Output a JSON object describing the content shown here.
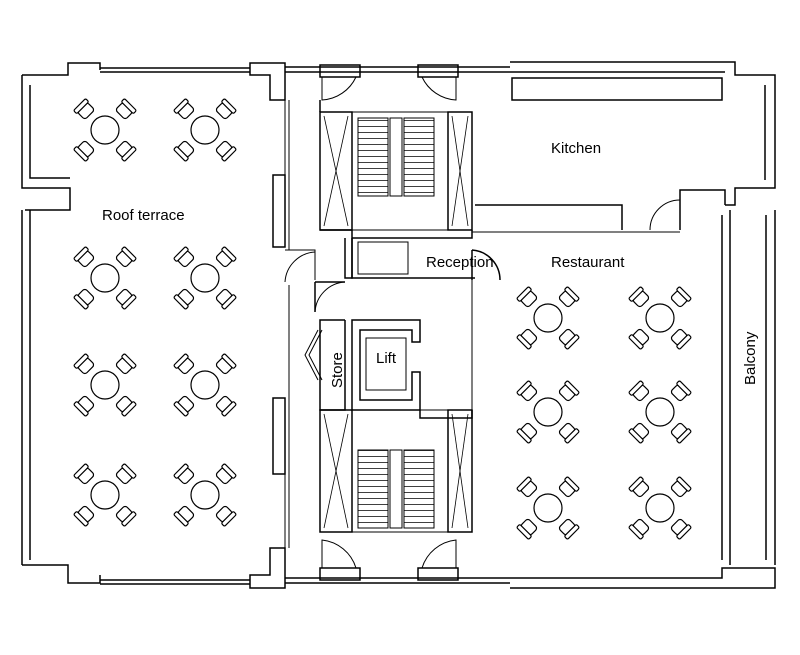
{
  "floor_plan": {
    "rooms": {
      "roof_terrace": "Roof terrace",
      "kitchen": "Kitchen",
      "reception": "Reception",
      "restaurant": "Restaurant",
      "store": "Store",
      "lift": "Lift",
      "balcony": "Balcony"
    }
  }
}
